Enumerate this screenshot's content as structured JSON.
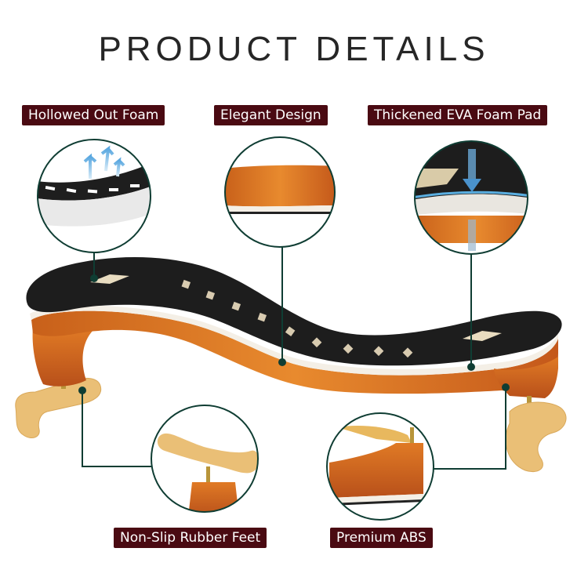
{
  "title": "PRODUCT DETAILS",
  "labels": {
    "hollowed": "Hollowed Out Foam",
    "elegant": "Elegant Design",
    "thickened": "Thickened EVA Foam Pad",
    "nonslip": "Non-Slip Rubber Feet",
    "abs": "Premium ABS"
  },
  "colors": {
    "label_bg": "#4a0a12",
    "connector": "#0f3d33",
    "foam": "#1c1c1c",
    "wood": "#d9721f",
    "feet": "#e9c178"
  }
}
